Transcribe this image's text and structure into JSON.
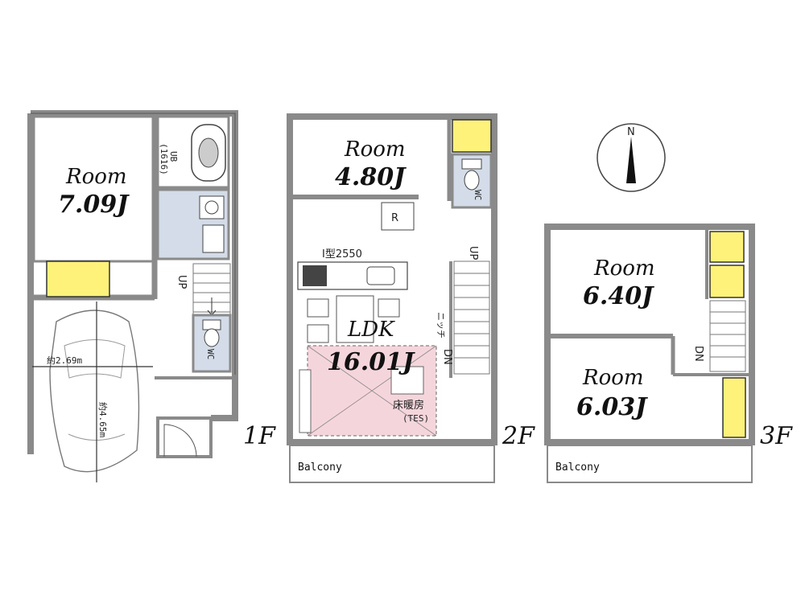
{
  "floors": [
    {
      "label": "1F",
      "rooms": [
        {
          "title": "Room",
          "size": "7.09J"
        }
      ],
      "unit_bath": {
        "label": "UB",
        "size": "(1616)"
      },
      "wc_label": "WC",
      "stair_label": "UP",
      "parking": {
        "width_label": "約2.69m",
        "length_label": "約4.65m"
      }
    },
    {
      "label": "2F",
      "rooms": [
        {
          "title": "Room",
          "size": "4.80J"
        },
        {
          "title": "LDK",
          "size": "16.01J"
        }
      ],
      "kitchen_label": "I型2550",
      "fridge_label": "R",
      "niche_label": "ニッチ",
      "floor_heating": {
        "label": "床暖房",
        "sub": "(TES)"
      },
      "wc_label": "WC",
      "stair_up": "UP",
      "stair_down": "DN",
      "balcony_label": "Balcony"
    },
    {
      "label": "3F",
      "rooms": [
        {
          "title": "Room",
          "size": "6.40J"
        },
        {
          "title": "Room",
          "size": "6.03J"
        }
      ],
      "stair_down": "DN",
      "balcony_label": "Balcony"
    }
  ],
  "compass": {
    "label": "N"
  },
  "colors": {
    "storage": "#fef27a",
    "wet_area": "#d3dce8",
    "floor_heating": "#f5d5dc",
    "wall": "#8a8a8a"
  }
}
